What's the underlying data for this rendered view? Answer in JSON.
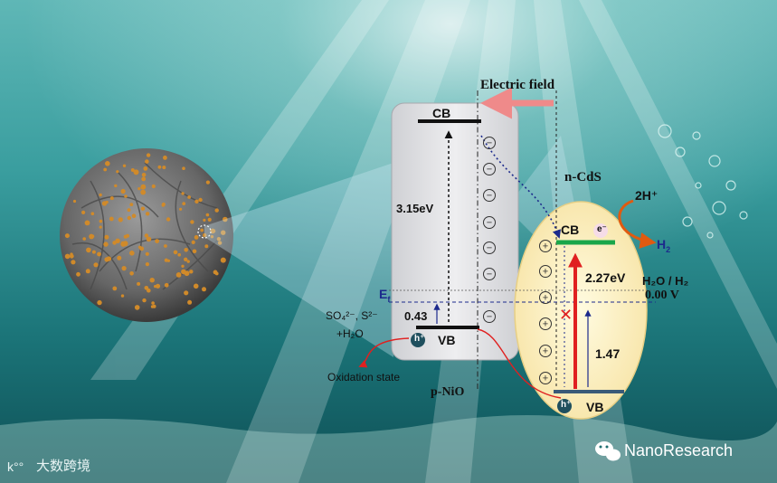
{
  "diagram": {
    "electric_field_label": "Electric field",
    "ncds_label": "n-CdS",
    "pnio_label": "p-NiO",
    "pnio_bands": {
      "cb": "CB",
      "vb": "VB",
      "gap": "3.15eV",
      "offset": "0.43"
    },
    "ncds_bands": {
      "cb": "CB",
      "vb": "VB",
      "gap": "2.27eV",
      "offset": "1.47"
    },
    "fermi_label": "E",
    "fermi_sub": "f",
    "redox_label": "H₂O / H₂",
    "redox_potential": "0.00 V",
    "proton_label": "2H⁺",
    "hydrogen_label": "H",
    "hydrogen_sub": "2",
    "electron_label": "e⁻",
    "hole_label": "h⁺",
    "sacrificial_line1": "SO₄²⁻, S²⁻",
    "sacrificial_line2": "+H₂O",
    "oxidation_label": "Oxidation state",
    "minus_sign": "−",
    "plus_sign": "+",
    "cross_sign": "✕"
  },
  "watermarks": {
    "left": "大数跨境",
    "left_logo": "k°°",
    "right": "NanoResearch"
  },
  "colors": {
    "water_light": "#8fd6d2",
    "water_dark": "#0f5459",
    "cb_green": "#1aa64a",
    "red_arrow": "#e02020",
    "navy": "#1c2a8c",
    "gray_box": "#e0e0e2"
  },
  "icons": [
    "wechat-icon",
    "sun-rays",
    "flower-particle",
    "bubbles"
  ]
}
